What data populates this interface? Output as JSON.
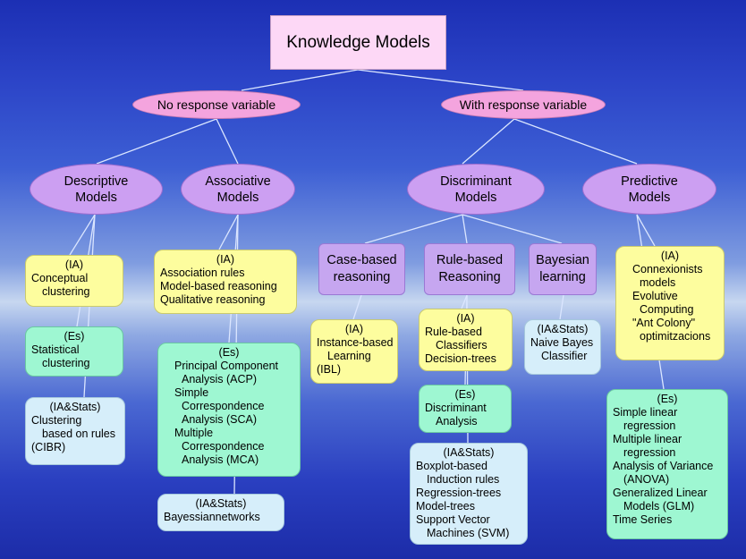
{
  "title": "Knowledge Models",
  "no_response": "No response variable",
  "with_response": "With response variable",
  "descriptive": [
    "Descriptive",
    "Models"
  ],
  "associative": [
    "Associative",
    "Models"
  ],
  "discriminant": [
    "Discriminant",
    "Models"
  ],
  "predictive": [
    "Predictive",
    "Models"
  ],
  "case_based": [
    "Case-based",
    "reasoning"
  ],
  "rule_based": [
    "Rule-based",
    "Reasoning"
  ],
  "bayesian": [
    "Bayesian",
    "learning"
  ],
  "desc_ia": [
    "(IA)",
    "Conceptual",
    "clustering"
  ],
  "desc_es": [
    "(Es)",
    "Statistical",
    "clustering"
  ],
  "desc_iastats": [
    "(IA&Stats)",
    "Clustering",
    "based on rules",
    "(CIBR)"
  ],
  "assoc_ia": [
    "(IA)",
    "Association rules",
    "Model-based reasoning",
    "Qualitative reasoning"
  ],
  "assoc_es": [
    "(Es)",
    "Principal Component",
    "Analysis (ACP)",
    "Simple",
    "Correspondence",
    "Analysis (SCA)",
    "Multiple",
    "Correspondence",
    "Analysis (MCA)"
  ],
  "assoc_iastats": [
    "(IA&Stats)",
    "Bayessiannetworks"
  ],
  "case_ia": [
    "(IA)",
    "Instance-based",
    "Learning",
    "(IBL)"
  ],
  "rule_ia": [
    "(IA)",
    "Rule-based",
    "Classifiers",
    "Decision-trees"
  ],
  "rule_es": [
    "(Es)",
    "Discriminant",
    "Analysis"
  ],
  "rule_iastats": [
    "(IA&Stats)",
    "Boxplot-based",
    "Induction rules",
    "Regression-trees",
    "Model-trees",
    "Support Vector",
    "Machines (SVM)"
  ],
  "bayes_iastats": [
    "(IA&Stats)",
    "Naive Bayes",
    "Classifier"
  ],
  "pred_ia": [
    "(IA)",
    "Connexionists",
    "models",
    "Evolutive",
    "Computing",
    "\"Ant Colony\"",
    "optimitzacions"
  ],
  "pred_es": [
    "(Es)",
    "Simple linear",
    "regression",
    "Multiple linear",
    "regression",
    "Analysis of Variance",
    "(ANOVA)",
    "Generalized Linear",
    "Models (GLM)",
    "Time Series"
  ],
  "colors": {
    "title": "#fdd8f6",
    "pill": "#f4a4de",
    "ellipse": "#cc9ff2",
    "yellow": "#fdfd9e",
    "green": "#9ef7d2",
    "light_blue": "#d6eefa"
  }
}
